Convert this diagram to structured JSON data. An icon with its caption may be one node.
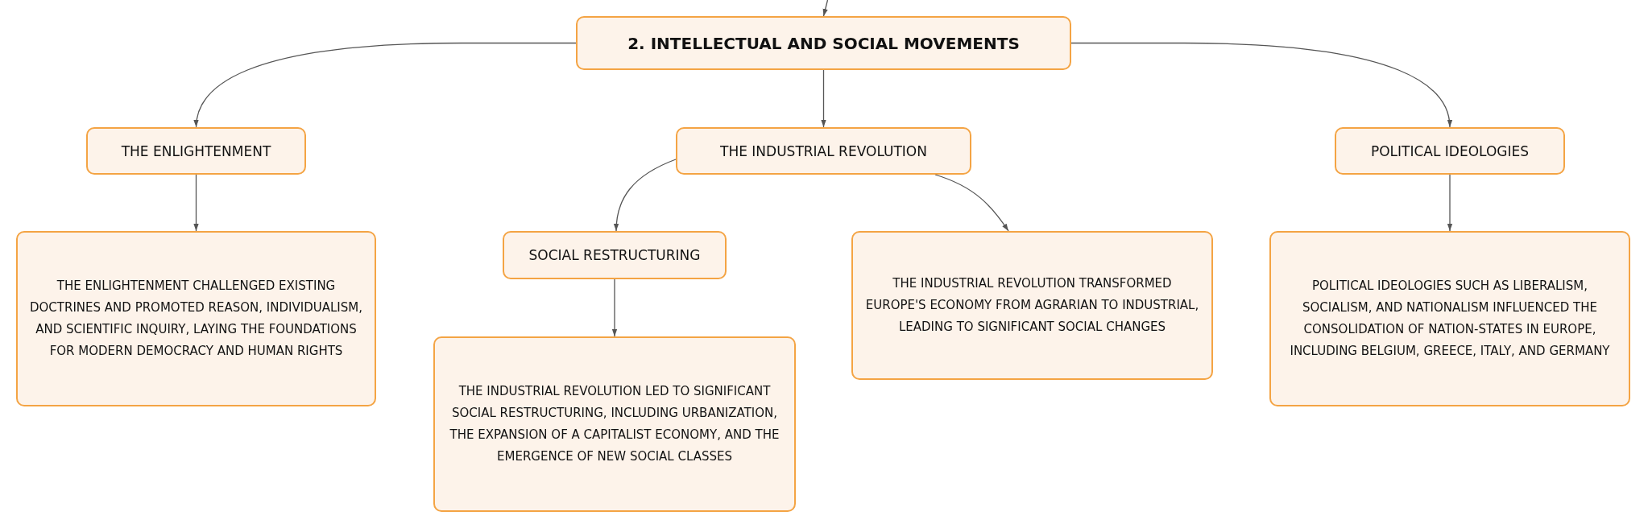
{
  "diagram": {
    "nodes": [
      {
        "text": [
          "2. INTELLECTUAL AND SOCIAL MOVEMENTS"
        ]
      },
      {
        "text": [
          "THE ENLIGHTENMENT"
        ]
      },
      {
        "text": [
          "THE INDUSTRIAL REVOLUTION"
        ]
      },
      {
        "text": [
          "POLITICAL IDEOLOGIES"
        ]
      },
      {
        "text": [
          "THE ENLIGHTENMENT CHALLENGED EXISTING DOCTRINES AND PROMOTED REASON, INDIVIDUALISM, AND SCIENTIFIC INQUIRY, LAYING THE FOUNDATIONS FOR MODERN DEMOCRACY AND HUMAN RIGHTS"
        ]
      },
      {
        "text": [
          "SOCIAL RESTRUCTURING"
        ]
      },
      {
        "text": [
          "THE INDUSTRIAL REVOLUTION TRANSFORMED EUROPE'S ECONOMY FROM AGRARIAN TO INDUSTRIAL, LEADING TO SIGNIFICANT SOCIAL CHANGES"
        ]
      },
      {
        "text": [
          "POLITICAL IDEOLOGIES SUCH AS LIBERALISM, SOCIALISM, AND NATIONALISM INFLUENCED THE CONSOLIDATION OF NATION-STATES IN EUROPE, INCLUDING BELGIUM, GREECE, ITALY, AND GERMANY"
        ]
      },
      {
        "text": [
          "THE INDUSTRIAL REVOLUTION LED TO SIGNIFICANT SOCIAL RESTRUCTURING, INCLUDING URBANIZATION, THE EXPANSION OF A CAPITALIST ECONOMY, AND THE EMERGENCE OF NEW SOCIAL CLASSES"
        ]
      }
    ],
    "edges": [
      {
        "from": null,
        "to": 0,
        "arrow": "to"
      },
      {
        "from": 0,
        "to": 1,
        "arrow": "to"
      },
      {
        "from": 0,
        "to": 2,
        "arrow": "to"
      },
      {
        "from": 0,
        "to": 3,
        "arrow": "to"
      },
      {
        "from": 1,
        "to": 4,
        "arrow": "to"
      },
      {
        "from": 2,
        "to": 5,
        "arrow": "to"
      },
      {
        "from": 2,
        "to": 6,
        "arrow": "to"
      },
      {
        "from": 3,
        "to": 7,
        "arrow": "to"
      },
      {
        "from": 5,
        "to": 8,
        "arrow": "to"
      }
    ]
  }
}
